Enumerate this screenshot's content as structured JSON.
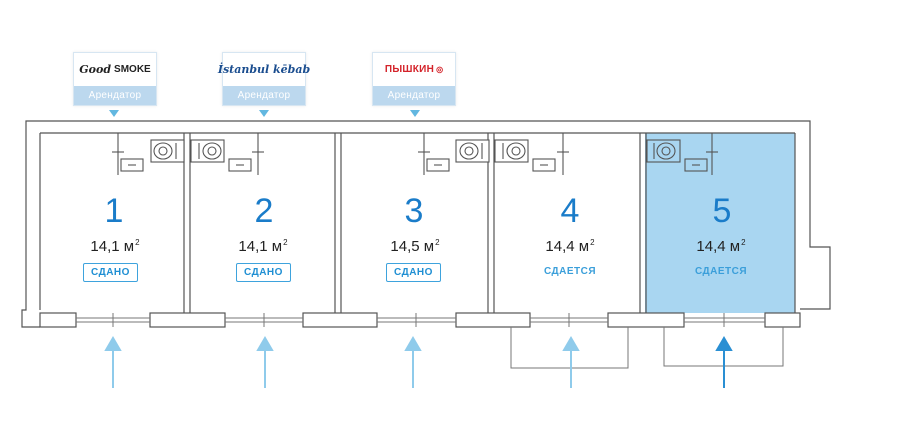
{
  "tenants": [
    {
      "brand_part1": "Good",
      "brand_part2": "SMOKE",
      "tag": "Арендатор",
      "logo_colors": [
        "#222222"
      ]
    },
    {
      "brand": "İstanbul kēbab",
      "tag": "Арендатор",
      "logo_colors": [
        "#1a4d8f"
      ]
    },
    {
      "brand": "ПЫШКИН",
      "tag": "Арендатор",
      "logo_colors": [
        "#d4232a"
      ]
    }
  ],
  "units": [
    {
      "number": "1",
      "area": "14,1 м",
      "area_unit_exp": "2",
      "status": "СДАНО",
      "status_style": "badge",
      "highlighted": false
    },
    {
      "number": "2",
      "area": "14,1 м",
      "area_unit_exp": "2",
      "status": "СДАНО",
      "status_style": "badge",
      "highlighted": false
    },
    {
      "number": "3",
      "area": "14,5 м",
      "area_unit_exp": "2",
      "status": "СДАНО",
      "status_style": "badge",
      "highlighted": false
    },
    {
      "number": "4",
      "area": "14,4 м",
      "area_unit_exp": "2",
      "status": "СДАЕТСЯ",
      "status_style": "text",
      "highlighted": false
    },
    {
      "number": "5",
      "area": "14,4 м",
      "area_unit_exp": "2",
      "status": "СДАЕТСЯ",
      "status_style": "text",
      "highlighted": true
    }
  ],
  "colors": {
    "accent": "#1a7cc9",
    "highlight_fill": "#a9d6f1",
    "wall": "#555555",
    "arrow_light": "#8fcbeb",
    "arrow_dark": "#2a8fd3",
    "tag_bg": "#bcd8ee"
  }
}
